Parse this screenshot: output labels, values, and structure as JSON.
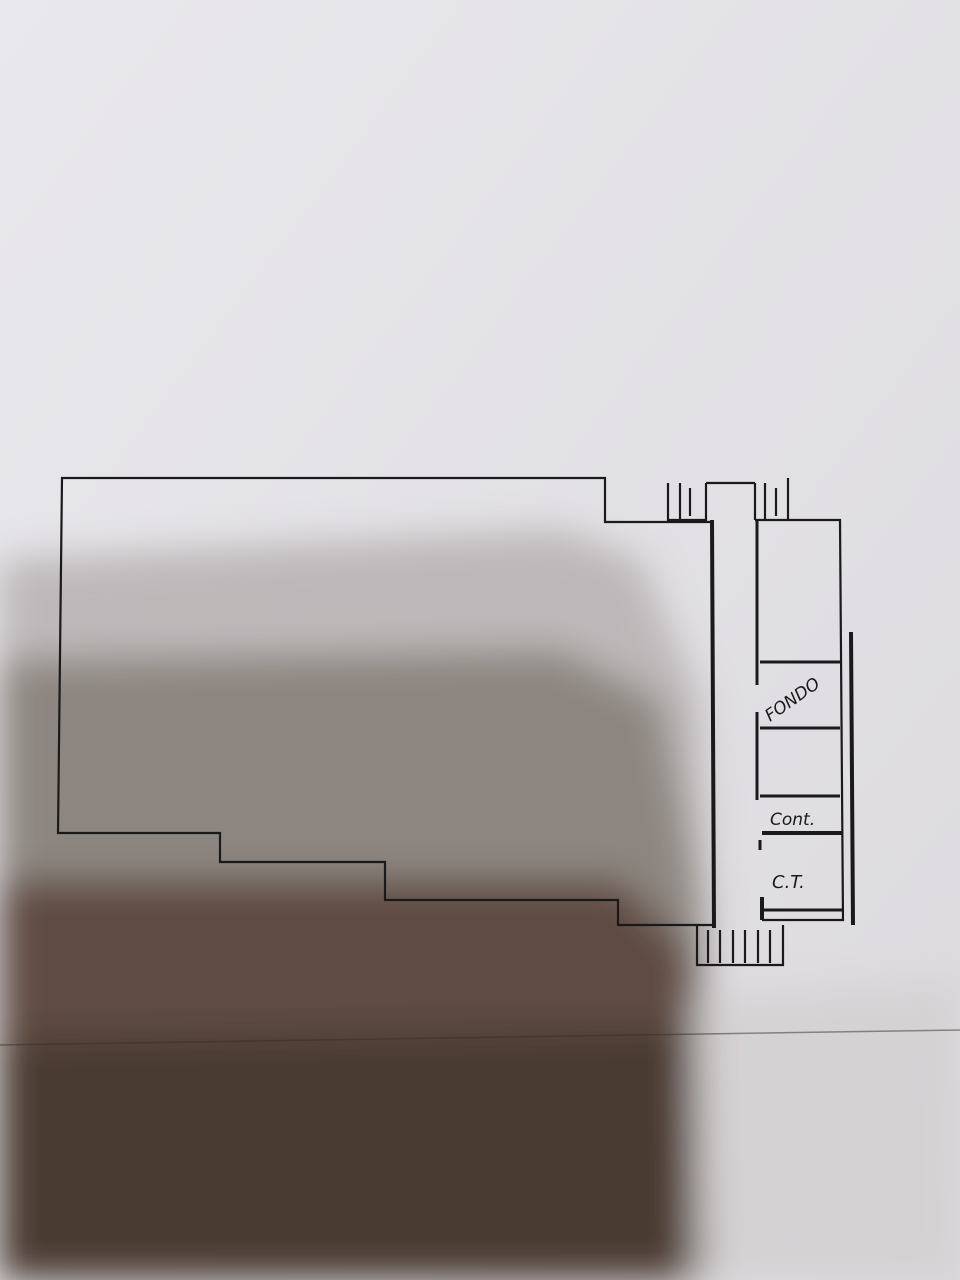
{
  "floor_plan": {
    "rooms": [
      {
        "id": "fondo",
        "label": "FONDO"
      },
      {
        "id": "cont",
        "label": "Cont."
      },
      {
        "id": "ct",
        "label": "C.T."
      }
    ]
  },
  "colors": {
    "paper": "#e4e3e7",
    "shadow": "#8d8680",
    "deep_shadow": "#4a3a33",
    "ink": "#1a1a1a"
  }
}
